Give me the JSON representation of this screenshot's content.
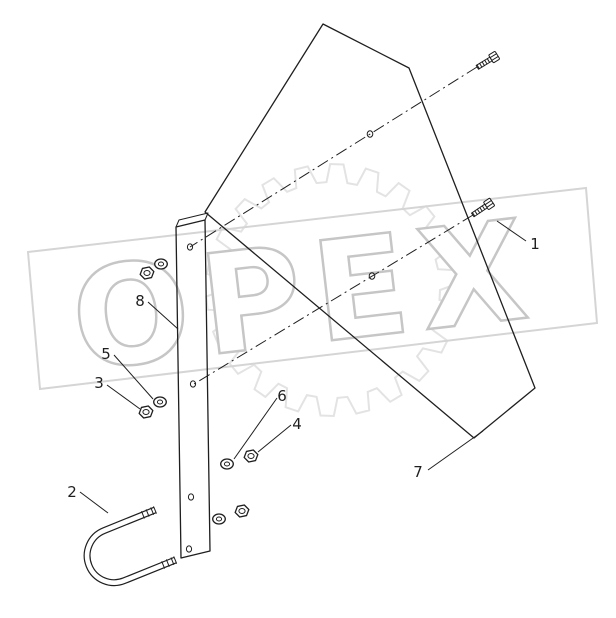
{
  "watermark": {
    "text": "OPEX"
  },
  "colors": {
    "background": "#ffffff",
    "line": "#1f1f1f",
    "wm_outline": "#c6c6c6",
    "wm_frame": "#d5d5d5",
    "wm_gear": "#e3e3e3"
  },
  "callouts": [
    {
      "number": "1"
    },
    {
      "number": "2"
    },
    {
      "number": "3"
    },
    {
      "number": "4"
    },
    {
      "number": "5"
    },
    {
      "number": "6"
    },
    {
      "number": "7"
    },
    {
      "number": "8"
    }
  ]
}
